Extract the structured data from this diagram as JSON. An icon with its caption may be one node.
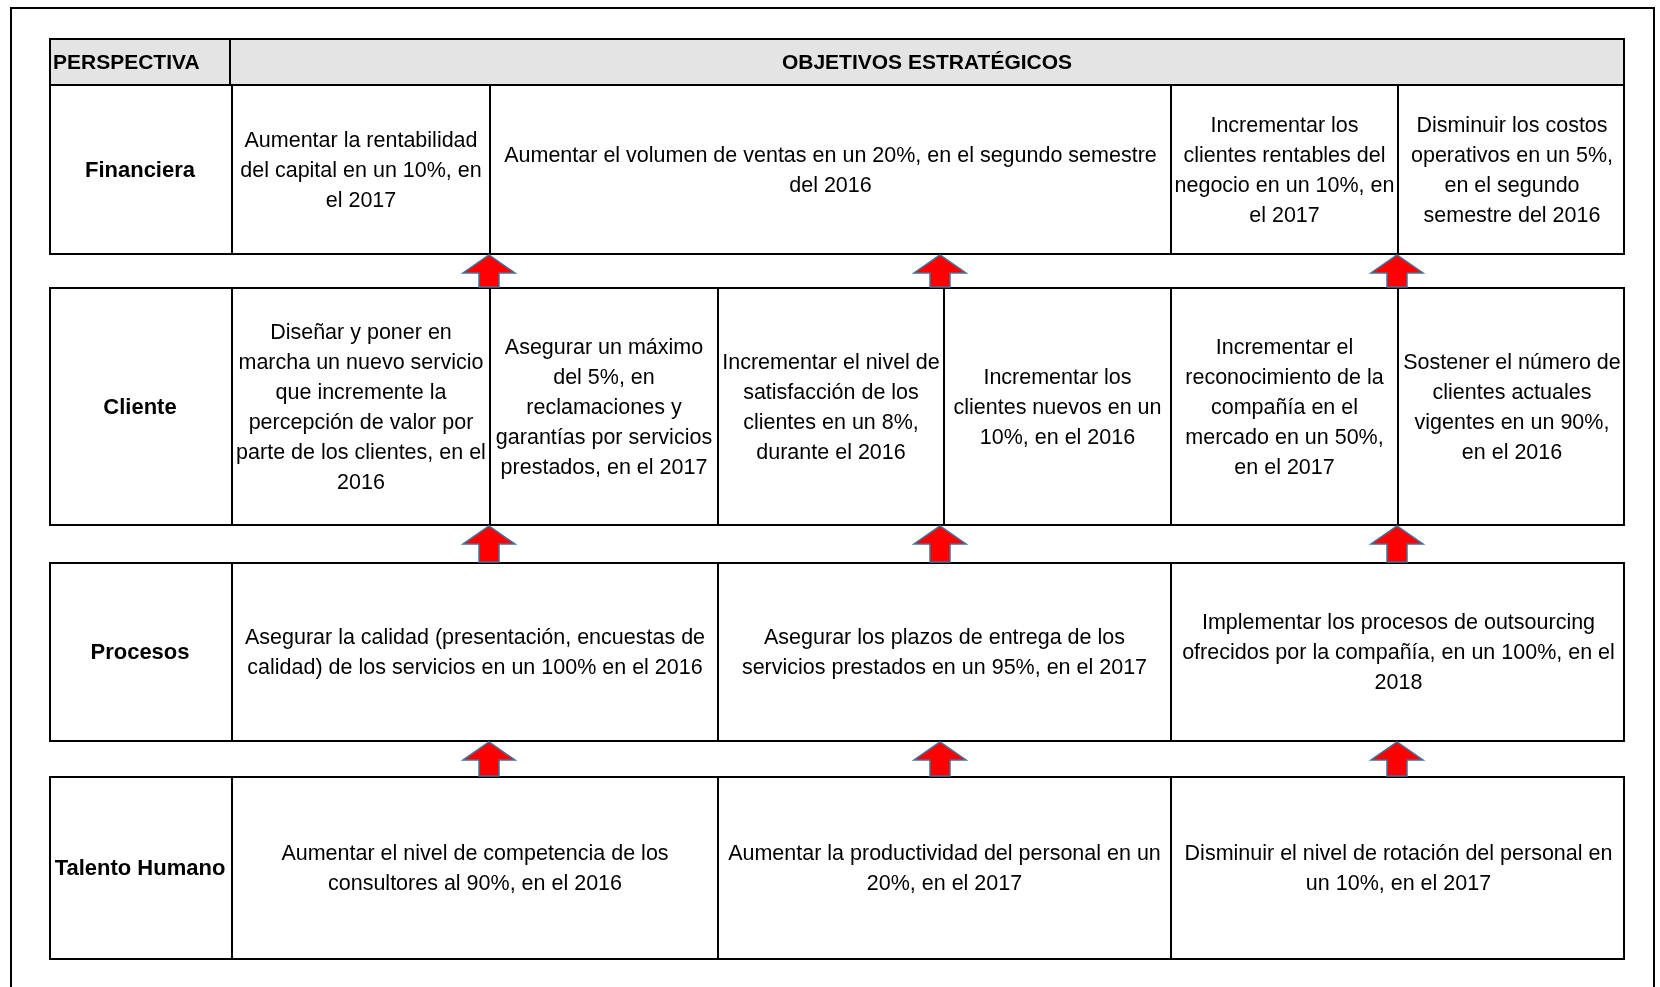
{
  "diagram": {
    "nodes": [
      {
        "text": [
          "PERSPECTIVA"
        ]
      },
      {
        "text": [
          "OBJETIVOS ESTRATÉGICOS"
        ]
      },
      {
        "text": [],
        "shape": "box"
      },
      {
        "text": [
          "Financiera"
        ],
        "in": 2
      },
      {
        "text": [
          "Aumentar la rentabilidad del capital en un 10%, en el 2017"
        ],
        "in": 2
      },
      {
        "text": [
          "Aumentar el volumen de ventas en un 20%, en el segundo semestre del 2016"
        ],
        "in": 2
      },
      {
        "text": [
          "Incrementar los clientes rentables del negocio en un 10%, en el 2017"
        ],
        "in": 2
      },
      {
        "text": [
          "Disminuir los costos operativos en un 5%, en el segundo semestre del 2016"
        ],
        "in": 2
      },
      {
        "text": [],
        "shape": "box"
      },
      {
        "text": [
          "Cliente"
        ],
        "in": 8
      },
      {
        "text": [
          "Diseñar y poner en marcha un nuevo servicio que incremente la percepción de valor por parte de los clientes, en el 2016"
        ],
        "in": 8
      },
      {
        "text": [
          "Asegurar un máximo del 5%, en reclamaciones y garantías por servicios prestados, en el 2017"
        ],
        "in": 8
      },
      {
        "text": [
          "Incrementar el nivel de satisfacción de los clientes en un 8%, durante el 2016"
        ],
        "in": 8
      },
      {
        "text": [
          "Incrementar los clientes nuevos en un 10%, en el 2016"
        ],
        "in": 8
      },
      {
        "text": [
          "Incrementar el reconocimiento de la compañía en el mercado en un 50%, en el 2017"
        ],
        "in": 8
      },
      {
        "text": [
          "Sostener el número de clientes actuales vigentes en un 90%, en el 2016"
        ],
        "in": 8
      },
      {
        "text": [],
        "shape": "box"
      },
      {
        "text": [
          "Procesos"
        ],
        "in": 16
      },
      {
        "text": [
          "Asegurar la calidad (presentación, encuestas de calidad) de los servicios en un 100% en el 2016"
        ],
        "in": 16
      },
      {
        "text": [
          "Asegurar los plazos de entrega de los servicios prestados en un 95%, en el 2017"
        ],
        "in": 16
      },
      {
        "text": [
          "Implementar los procesos de outsourcing ofrecidos por la compañía, en un 100%, en el 2018"
        ],
        "in": 16
      },
      {
        "text": [],
        "shape": "box"
      },
      {
        "text": [
          "Talento Humano"
        ],
        "in": 21
      },
      {
        "text": [
          "Aumentar el nivel de competencia de los consultores al 90%, en el 2016"
        ],
        "in": 21
      },
      {
        "text": [
          "Aumentar la productividad del personal en un 20%, en el 2017"
        ],
        "in": 21
      },
      {
        "text": [
          "Disminuir el nivel de rotación del personal en un 10%, en el 2017"
        ],
        "in": 21
      }
    ],
    "edges": [
      {
        "from": 8,
        "to": 2,
        "arrow": "to"
      },
      {
        "from": 8,
        "to": 2,
        "arrow": "to"
      },
      {
        "from": 8,
        "to": 2,
        "arrow": "to"
      },
      {
        "from": 16,
        "to": 8,
        "arrow": "to"
      },
      {
        "from": 16,
        "to": 8,
        "arrow": "to"
      },
      {
        "from": 16,
        "to": 8,
        "arrow": "to"
      },
      {
        "from": 21,
        "to": 16,
        "arrow": "to"
      },
      {
        "from": 21,
        "to": 16,
        "arrow": "to"
      },
      {
        "from": 21,
        "to": 16,
        "arrow": "to"
      }
    ]
  }
}
